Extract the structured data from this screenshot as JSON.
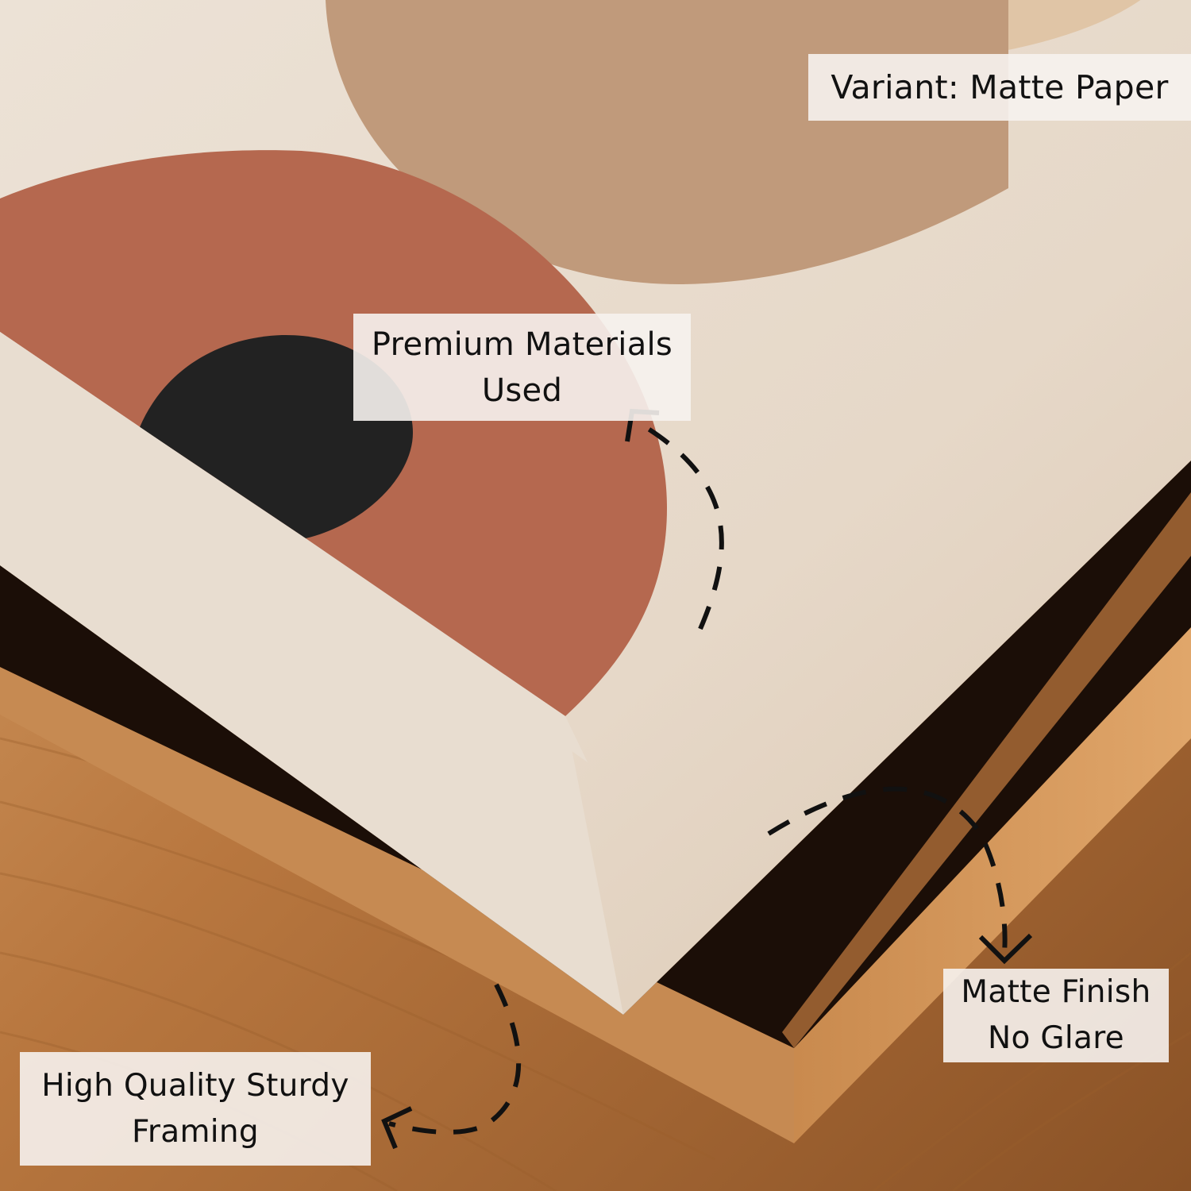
{
  "product_photo": {
    "subject": "abstract-art-print",
    "colors": {
      "paper": "#e9ddcf",
      "terracotta": "#b5684f",
      "tan": "#c09a7b",
      "sand": "#e0c5a6",
      "black": "#222222",
      "wood": "#b87a45",
      "shadow": "#1b0e07"
    }
  },
  "labels": {
    "variant": "Variant: Matte Paper",
    "premium": [
      "Premium Materials",
      "Used"
    ],
    "matte": [
      "Matte Finish",
      "No Glare"
    ],
    "framing": [
      "High Quality Sturdy",
      "Framing"
    ]
  },
  "icons": [
    "dashed-arrow-icon"
  ]
}
